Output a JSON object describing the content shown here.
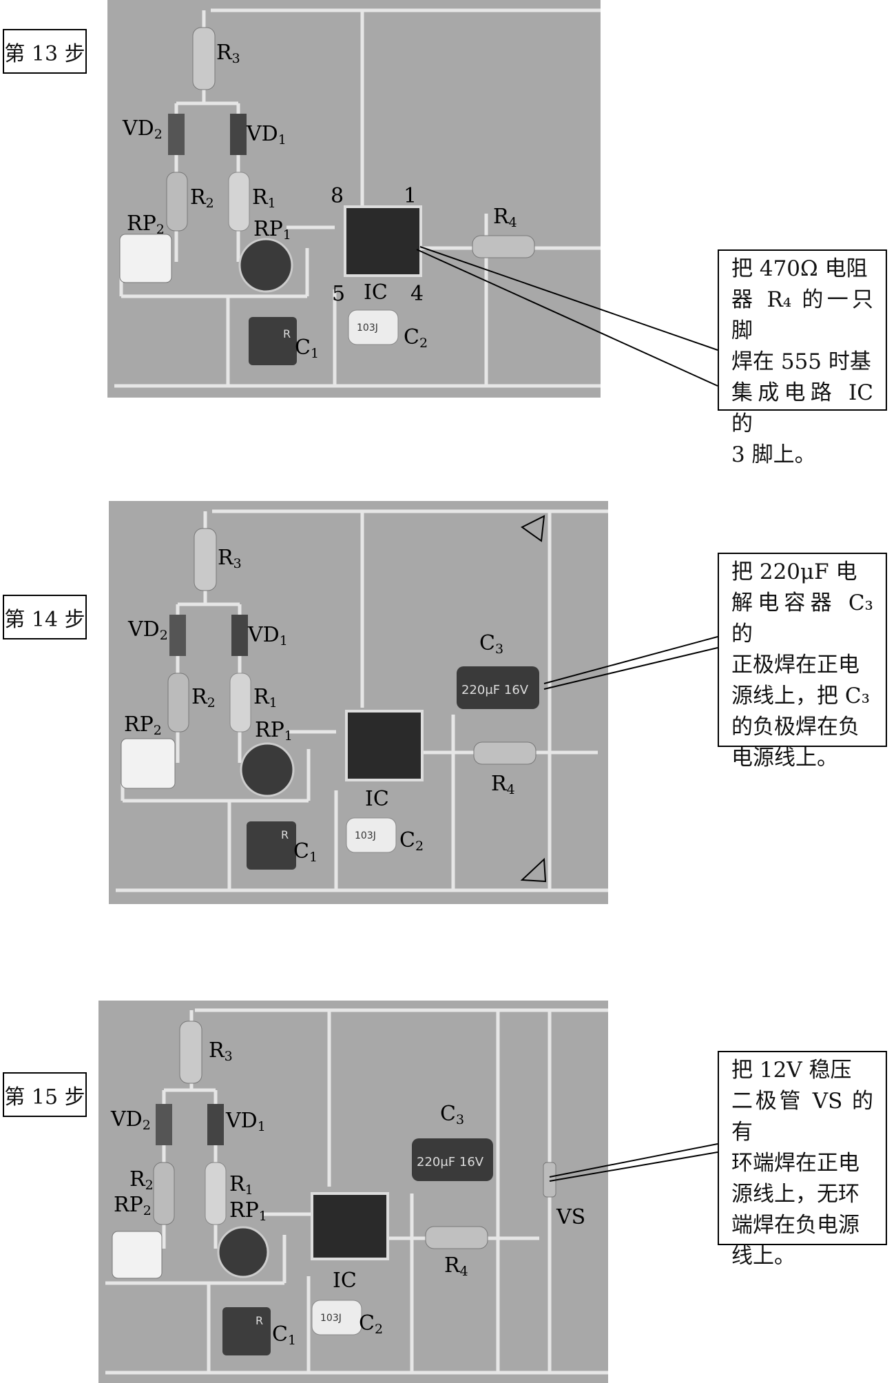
{
  "steps": [
    {
      "step_label": "第 13 步",
      "labels": {
        "r3": "R",
        "r3s": "3",
        "vd2": "VD",
        "vd2s": "2",
        "vd1": "VD",
        "vd1s": "1",
        "r2": "R",
        "r2s": "2",
        "r1": "R",
        "r1s": "1",
        "rp2": "RP",
        "rp2s": "2",
        "rp1": "RP",
        "rp1s": "1",
        "c1": "C",
        "c1s": "1",
        "c2": "C",
        "c2s": "2",
        "ic": "IC",
        "r4": "R",
        "r4s": "4",
        "pin8": "8",
        "pin1": "1",
        "pin5": "5",
        "pin4": "4"
      },
      "cap_c1_text": "R",
      "cap_c2_text": "103J",
      "callout_lines": [
        "把 470Ω 电阻",
        "器 R₄ 的一只脚",
        "焊在 555 时基",
        "集成电路 IC 的",
        "3 脚上。"
      ]
    },
    {
      "step_label": "第 14 步",
      "labels": {
        "r3": "R",
        "r3s": "3",
        "vd2": "VD",
        "vd2s": "2",
        "vd1": "VD",
        "vd1s": "1",
        "r2": "R",
        "r2s": "2",
        "r1": "R",
        "r1s": "1",
        "rp2": "RP",
        "rp2s": "2",
        "rp1": "RP",
        "rp1s": "1",
        "c1": "C",
        "c1s": "1",
        "c2": "C",
        "c2s": "2",
        "ic": "IC",
        "r4": "R",
        "r4s": "4",
        "c3": "C",
        "c3s": "3"
      },
      "cap_c1_text": "R",
      "cap_c2_text": "103J",
      "cap_c3_text": "220μF 16V",
      "callout_lines": [
        "把 220μF 电",
        "解电容器 C₃ 的",
        "正极焊在正电",
        "源线上，把 C₃",
        "的负极焊在负",
        "电源线上。"
      ]
    },
    {
      "step_label": "第 15 步",
      "labels": {
        "r3": "R",
        "r3s": "3",
        "vd2": "VD",
        "vd2s": "2",
        "vd1": "VD",
        "vd1s": "1",
        "r2": "R",
        "r2s": "2",
        "r1": "R",
        "r1s": "1",
        "rp2": "RP",
        "rp2s": "2",
        "rp1": "RP",
        "rp1s": "1",
        "c1": "C",
        "c1s": "1",
        "c2": "C",
        "c2s": "2",
        "ic": "IC",
        "r4": "R",
        "r4s": "4",
        "c3": "C",
        "c3s": "3",
        "vs": "VS"
      },
      "cap_c1_text": "R",
      "cap_c2_text": "103J",
      "cap_c3_text": "220μF 16V",
      "callout_lines": [
        "把 12V 稳压",
        "二极管 VS 的有",
        "环端焊在正电",
        "源线上，无环",
        "端焊在负电源",
        "线上。"
      ]
    }
  ]
}
